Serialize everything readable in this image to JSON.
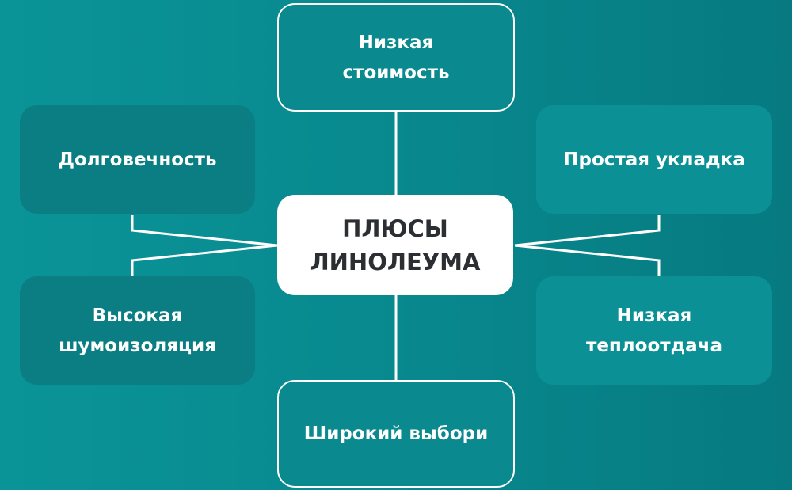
{
  "center": {
    "line1": "ПЛЮСЫ",
    "line2": "ЛИНОЛЕУМА"
  },
  "nodes": {
    "top": {
      "line1": "Низкая",
      "line2": "стоимость"
    },
    "left_top": {
      "line1": "Долговечность"
    },
    "right_top": {
      "line1": "Простая укладка"
    },
    "left_bottom": {
      "line1": "Высокая",
      "line2": "шумоизоляция"
    },
    "right_bottom": {
      "line1": "Низкая",
      "line2": "теплоотдача"
    },
    "bottom": {
      "line1": "Широкий выбори"
    }
  },
  "colors": {
    "background": "#08898e",
    "left_boxes": "#0a7e83",
    "right_boxes": "#0b9195",
    "center_text": "#2b2e33"
  }
}
